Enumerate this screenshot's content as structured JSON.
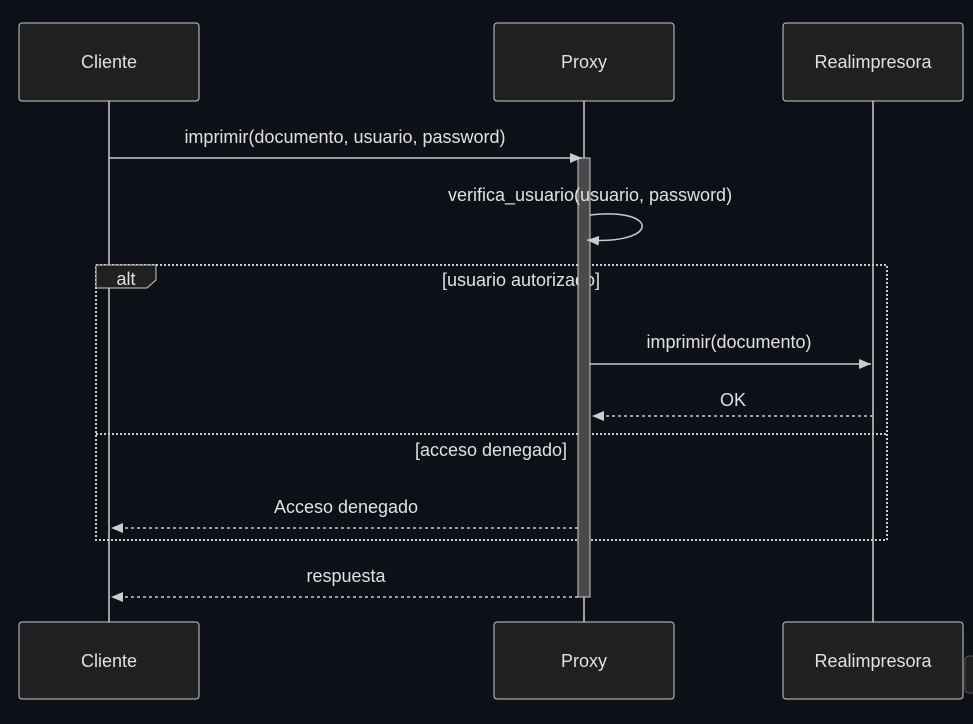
{
  "participants": [
    {
      "id": "cliente",
      "label": "Cliente"
    },
    {
      "id": "proxy",
      "label": "Proxy"
    },
    {
      "id": "realimpresora",
      "label": "Realimpresora"
    }
  ],
  "messages": {
    "m1": "imprimir(documento, usuario, password)",
    "m2": "verifica_usuario(usuario, password)",
    "m3": "imprimir(documento)",
    "m4": "OK",
    "m5": "Acceso denegado",
    "m6": "respuesta"
  },
  "alt_frame": {
    "tag": "alt",
    "condition_1": "[usuario autorizado]",
    "condition_2": "[acceso denegado]"
  },
  "colors": {
    "background": "#0d1117",
    "box_fill": "#1f2020",
    "line": "#cccccc",
    "text": "#e0e0e0",
    "activation": "#4a4a4a"
  }
}
